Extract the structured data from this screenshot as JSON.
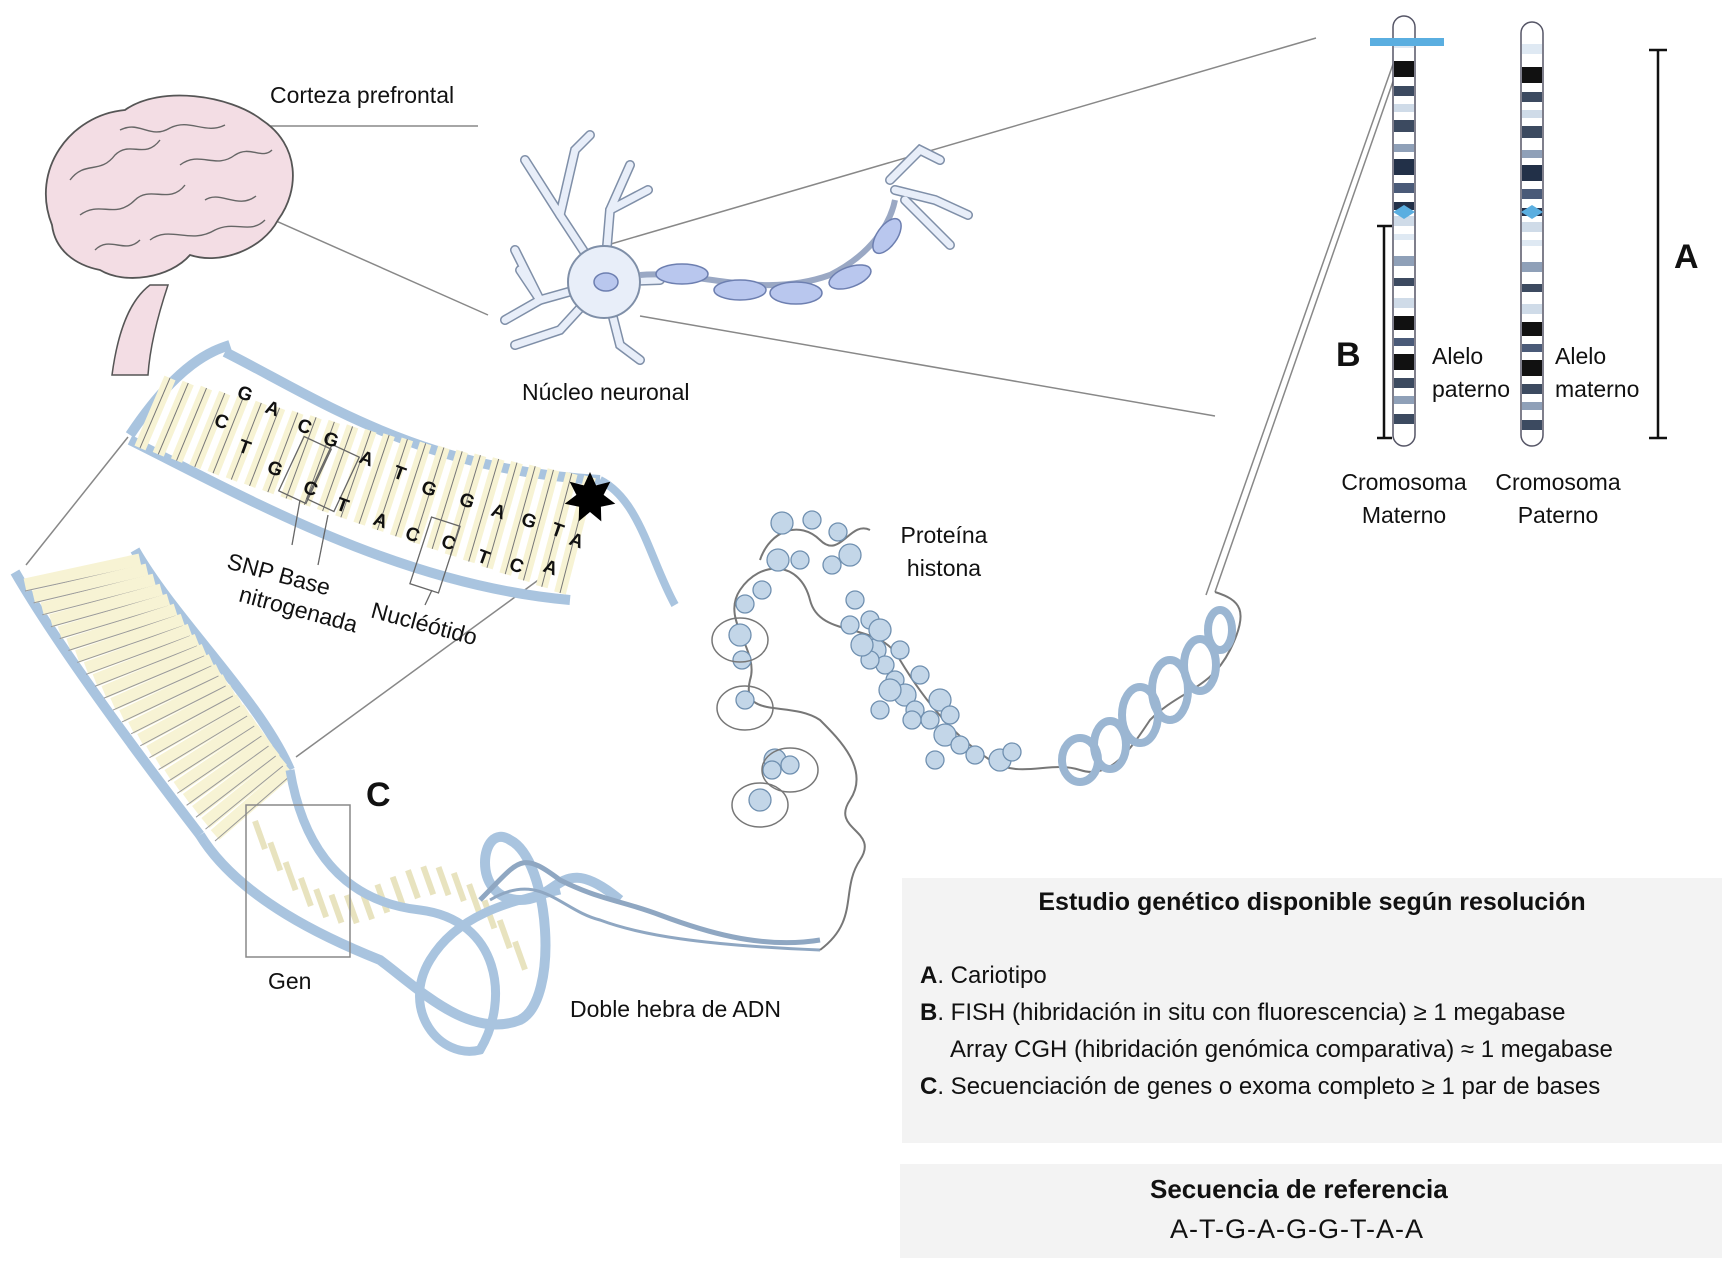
{
  "labels": {
    "prefrontal_cortex": "Corteza prefrontal",
    "neuron_nucleus": "Núcleo neuronal",
    "snp_line1": "SNP Base",
    "snp_line2": "nitrogenada",
    "nucleotide": "Nucléótido",
    "gene": "Gen",
    "dna_double_strand": "Doble hebra de ADN",
    "histone_line1": "Proteína",
    "histone_line2": "histona",
    "maternal_chromosome_line1": "Cromosoma",
    "maternal_chromosome_line2": "Materno",
    "paternal_chromosome_line1": "Cromosoma",
    "paternal_chromosome_line2": "Paterno",
    "allele_paternal_line1": "Alelo",
    "allele_paternal_line2": "paterno",
    "allele_maternal_line1": "Alelo",
    "allele_maternal_line2": "materno"
  },
  "markers": {
    "a": "A",
    "b": "B",
    "c": "C"
  },
  "dna_letters": {
    "top": [
      "G",
      "A",
      "C",
      "G",
      "A",
      "T",
      "G",
      "G",
      "A",
      "G",
      "T",
      "A"
    ],
    "bottom": [
      "C",
      "T",
      "G",
      "C",
      "T",
      "A",
      "C",
      "C",
      "T",
      "C",
      "A"
    ]
  },
  "study_box": {
    "title": "Estudio genético disponible según resolución",
    "items": [
      {
        "key": "A",
        "text": ". Cariotipo"
      },
      {
        "key": "B",
        "text": ". FISH (hibridación in situ con fluorescencia) ≥ 1 megabase"
      },
      {
        "key": "",
        "text": "Array CGH (hibridación genómica comparativa) ≈ 1 megabase"
      },
      {
        "key": "C",
        "text": ". Secuenciación de genes o exoma completo ≥ 1 par de bases"
      }
    ]
  },
  "reference_box": {
    "title": "Secuencia de referencia",
    "sequence": "A-T-G-A-G-G-T-A-A"
  },
  "colors": {
    "strand_blue": "#a9c4df",
    "rung_cream": "#f7f3d4",
    "brain_pink": "#f3dde4",
    "neuron_fill": "#e8eef9",
    "myelin": "#b9c7ee",
    "histone": "#c3d6e8",
    "highlight_bar": "#5aaee0",
    "box_bg": "#f3f3f3"
  }
}
